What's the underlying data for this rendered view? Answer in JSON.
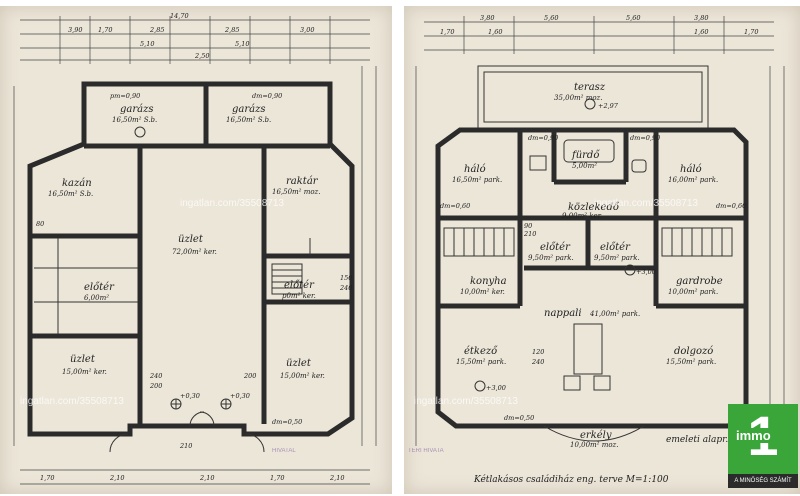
{
  "left_plan": {
    "top_dimensions": [
      "14,70",
      "3,90",
      "1,70",
      "2,85",
      "2,85",
      "3,00",
      "5,10",
      "5,10",
      "2,50"
    ],
    "bottom_dimensions": [
      "1,70",
      "2,10",
      "2,10",
      "1,70",
      "2,10"
    ],
    "rooms": [
      {
        "name": "garázs",
        "area": "16,50m² S.b."
      },
      {
        "name": "garázs",
        "area": "16,50m² S.b."
      },
      {
        "name": "kazán",
        "area": "16,50m² S.b."
      },
      {
        "name": "üzlet",
        "area": "72,00m² ker."
      },
      {
        "name": "raktár",
        "area": "16,50m² moz."
      },
      {
        "name": "előtér",
        "area": "p0m² ker."
      },
      {
        "name": "előtér",
        "area": "6,00m²"
      },
      {
        "name": "üzlet",
        "area": "15,00m² ker."
      },
      {
        "name": "üzlet",
        "area": "15,00m² ker."
      }
    ],
    "labels": {
      "dm_top_left": "pm=0,90",
      "dm_top_right": "dm=0,90",
      "level_mark": "+0,30",
      "level_mark_2": "+0,30",
      "dm_bottom": "dm=0,50",
      "dim_a": "200",
      "dim_b": "240",
      "dim_c": "150",
      "dim_d": "240",
      "dim_e": "80",
      "dim_f": "200",
      "dim_g": "210"
    },
    "watermark": "ingatlan.com/35508713",
    "stamp": "HIVATAL"
  },
  "right_plan": {
    "top_dimensions": [
      "3,80",
      "5,60",
      "5,60",
      "3,80",
      "1,70",
      "1,60",
      "1,60",
      "1,70"
    ],
    "rooms": [
      {
        "name": "terasz",
        "area": "35,00m² moz."
      },
      {
        "name": "háló",
        "area": "16,50m² park."
      },
      {
        "name": "háló",
        "area": "16,00m² park."
      },
      {
        "name": "fürdő",
        "area": "5,00m²"
      },
      {
        "name": "közlekedő",
        "area": "9,00m² ker."
      },
      {
        "name": "előtér",
        "area": "9,50m² park."
      },
      {
        "name": "előtér",
        "area": "9,50m² park."
      },
      {
        "name": "konyha",
        "area": "10,00m² ker."
      },
      {
        "name": "gardrobe",
        "area": "10,00m² park."
      },
      {
        "name": "nappali",
        "area": "41,00m² park."
      },
      {
        "name": "étkező",
        "area": "15,50m² park."
      },
      {
        "name": "dolgozó",
        "area": "15,50m² park."
      },
      {
        "name": "erkély",
        "area": "10,00m² moz."
      }
    ],
    "labels": {
      "level_top": "+2,97",
      "level_mid": "+3,00",
      "level_low": "+3,00",
      "dm_a": "dm=0,90",
      "dm_b": "dm=0,90",
      "dm_c": "dm=0,60",
      "dm_d": "dm=0,60",
      "dm_e": "dm=0,50",
      "floor_note": "emeleti alapr.",
      "title": "Kétlakásos családiház eng. terve  M=1:100",
      "dim_a": "120",
      "dim_b": "240",
      "dim_c": "90",
      "dim_d": "210"
    },
    "watermark": "ingatlan.com/35508713",
    "stamp": "TERI HIVATA"
  },
  "logo": {
    "brand": "immo",
    "digit": "1",
    "tagline": "A MINŐSÉG SZÁMÍT",
    "color": "#3aa63a"
  }
}
